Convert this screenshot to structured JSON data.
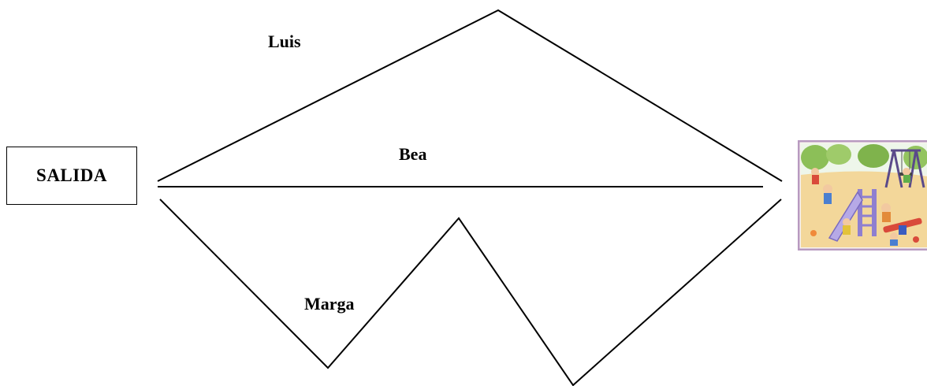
{
  "start": {
    "label": "SALIDA"
  },
  "routes": [
    {
      "name": "Luis"
    },
    {
      "name": "Bea"
    },
    {
      "name": "Marga"
    }
  ],
  "destination": {
    "icon": "playground-illustration"
  },
  "colors": {
    "line": "#000000",
    "background": "#ffffff",
    "frame": "#b89ac0",
    "sand": "#f3d79a",
    "grass": "#8cbf58",
    "slide": "#8f7fd0"
  }
}
